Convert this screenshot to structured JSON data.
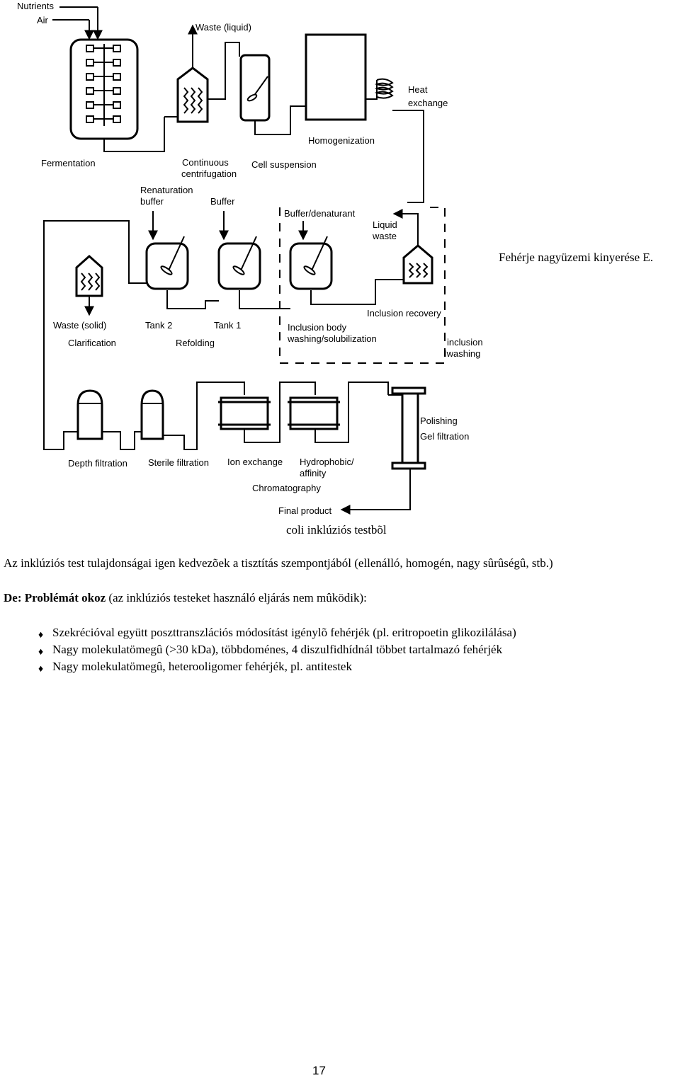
{
  "diagram": {
    "labels": {
      "nutrients": "Nutrients",
      "air": "Air",
      "waste_liquid": "Waste (liquid)",
      "heat_exchange_1": "Heat",
      "heat_exchange_2": "exchange",
      "homogenization": "Homogenization",
      "fermentation": "Fermentation",
      "continuous_1": "Continuous",
      "continuous_2": "centrifugation",
      "cell_suspension": "Cell suspension",
      "renaturation_1": "Renaturation",
      "renaturation_2": "buffer",
      "buffer": "Buffer",
      "buffer_denaturant": "Buffer/denaturant",
      "liquid_waste_1": "Liquid",
      "liquid_waste_2": "waste",
      "inclusion_recovery": "Inclusion recovery",
      "waste_solid": "Waste (solid)",
      "tank2": "Tank 2",
      "tank1": "Tank 1",
      "inclusion_body_1": "Inclusion body",
      "inclusion_body_2": "washing/solubilization",
      "inclusion_washing_1": "inclusion",
      "inclusion_washing_2": "Iwashing",
      "clarification": "Clarification",
      "refolding": "Refolding",
      "polishing": "Polishing",
      "gel_filtration": "Gel filtration",
      "depth_filtration": "Depth filtration",
      "sterile_filtration": "Sterile filtration",
      "ion_exchange": "Ion exchange",
      "hydrophobic_1": "Hydrophobic/",
      "hydrophobic_2": "affinity",
      "chromatography": "Chromatography",
      "final_product": "Final product"
    }
  },
  "side_title": "Fehérje nagyüzemi kinyerése E.",
  "caption": "coli inklúziós testbõl",
  "paragraph1": "Az inklúziós test tulajdonságai igen kedvezõek a tisztítás szempontjából  (ellenálló, homogén, nagy sûrûségû, stb.)",
  "paragraph2": {
    "bold": "De: Problémát okoz",
    "rest": " (az inklúziós testeket használó eljárás nem mûködik):"
  },
  "bullets": [
    "Szekrécióval együtt poszttranszlációs módosítást igénylõ fehérjék (pl.  eritropoetin glikozilálása)",
    "Nagy molekulatömegû (>30 kDa), többdoménes, 4 diszulfidhídnál többet  tartalmazó fehérjék",
    "Nagy molekulatömegû, heterooligomer fehérjék, pl. antitestek"
  ],
  "bullet_symbol": "♦",
  "page_number": "17"
}
